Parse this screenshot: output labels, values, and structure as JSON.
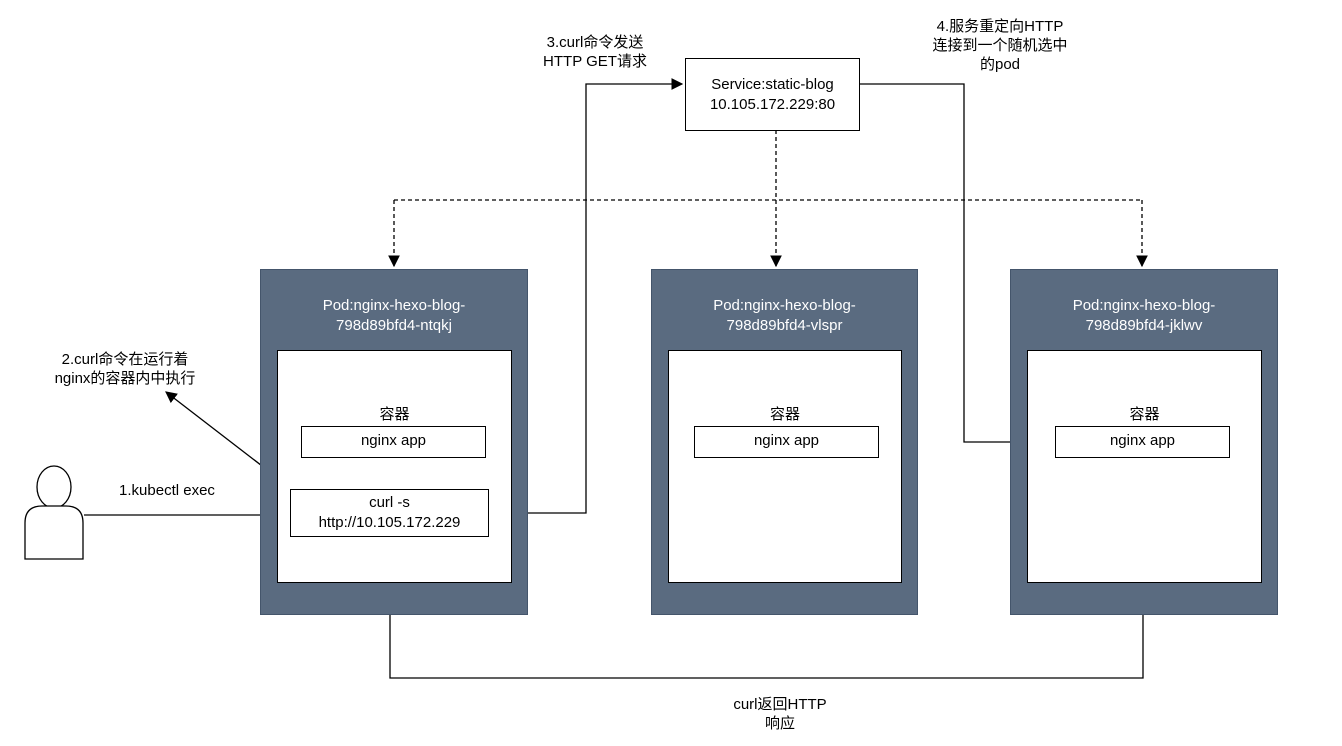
{
  "service": {
    "name": "Service:static-blog\n10.105.172.229:80"
  },
  "pods": [
    {
      "title": "Pod:nginx-hexo-blog-\n798d89bfd4-ntqkj",
      "container_label": "容器",
      "app": "nginx app"
    },
    {
      "title": "Pod:nginx-hexo-blog-\n798d89bfd4-vlspr",
      "container_label": "容器",
      "app": "nginx app"
    },
    {
      "title": "Pod:nginx-hexo-blog-\n798d89bfd4-jklwv",
      "container_label": "容器",
      "app": "nginx app"
    }
  ],
  "curl_command": "curl -s\nhttp://10.105.172.229",
  "steps": {
    "step1": "1.kubectl exec",
    "step2": "2.curl命令在运行着\nnginx的容器内中执行",
    "step3": "3.curl命令发送\nHTTP GET请求",
    "step4": "4.服务重定向HTTP\n连接到一个随机选中\n的pod",
    "response": "curl返回HTTP\n响应"
  }
}
